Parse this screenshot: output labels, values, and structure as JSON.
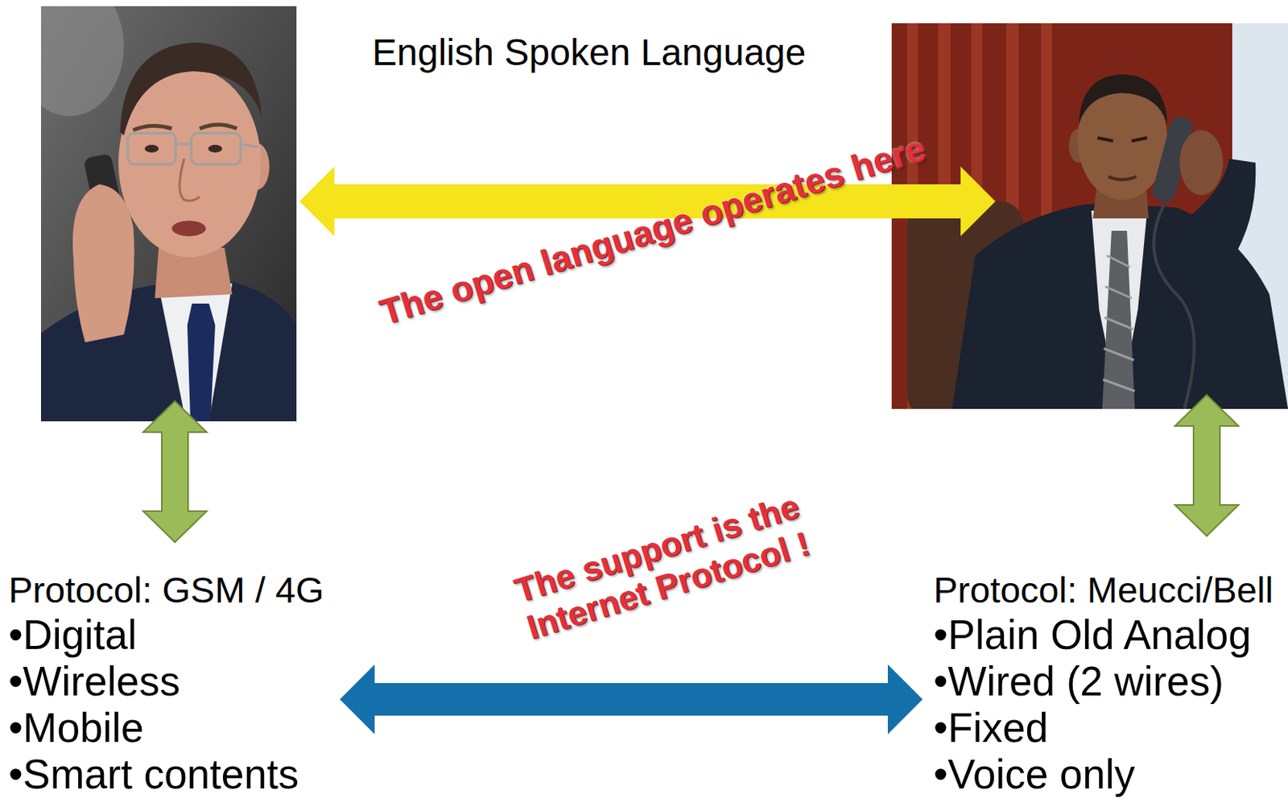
{
  "diagram": {
    "title": "English Spoken Language",
    "nodes": [
      {
        "text": [
          "Protocol: GSM / 4G",
          "•Digital",
          "•Wireless",
          "•Mobile",
          "•Smart contents"
        ]
      },
      {
        "text": [
          "Protocol: Meucci/Bell",
          "•Plain Old Analog",
          "•Wired (2 wires)",
          "•Fixed",
          "•Voice only"
        ]
      }
    ],
    "edges": [
      {
        "from": 0,
        "to": 1,
        "arrow": "both",
        "label": "The support is the Internet Protocol !"
      }
    ],
    "labels": [
      "The open language operates here"
    ]
  }
}
